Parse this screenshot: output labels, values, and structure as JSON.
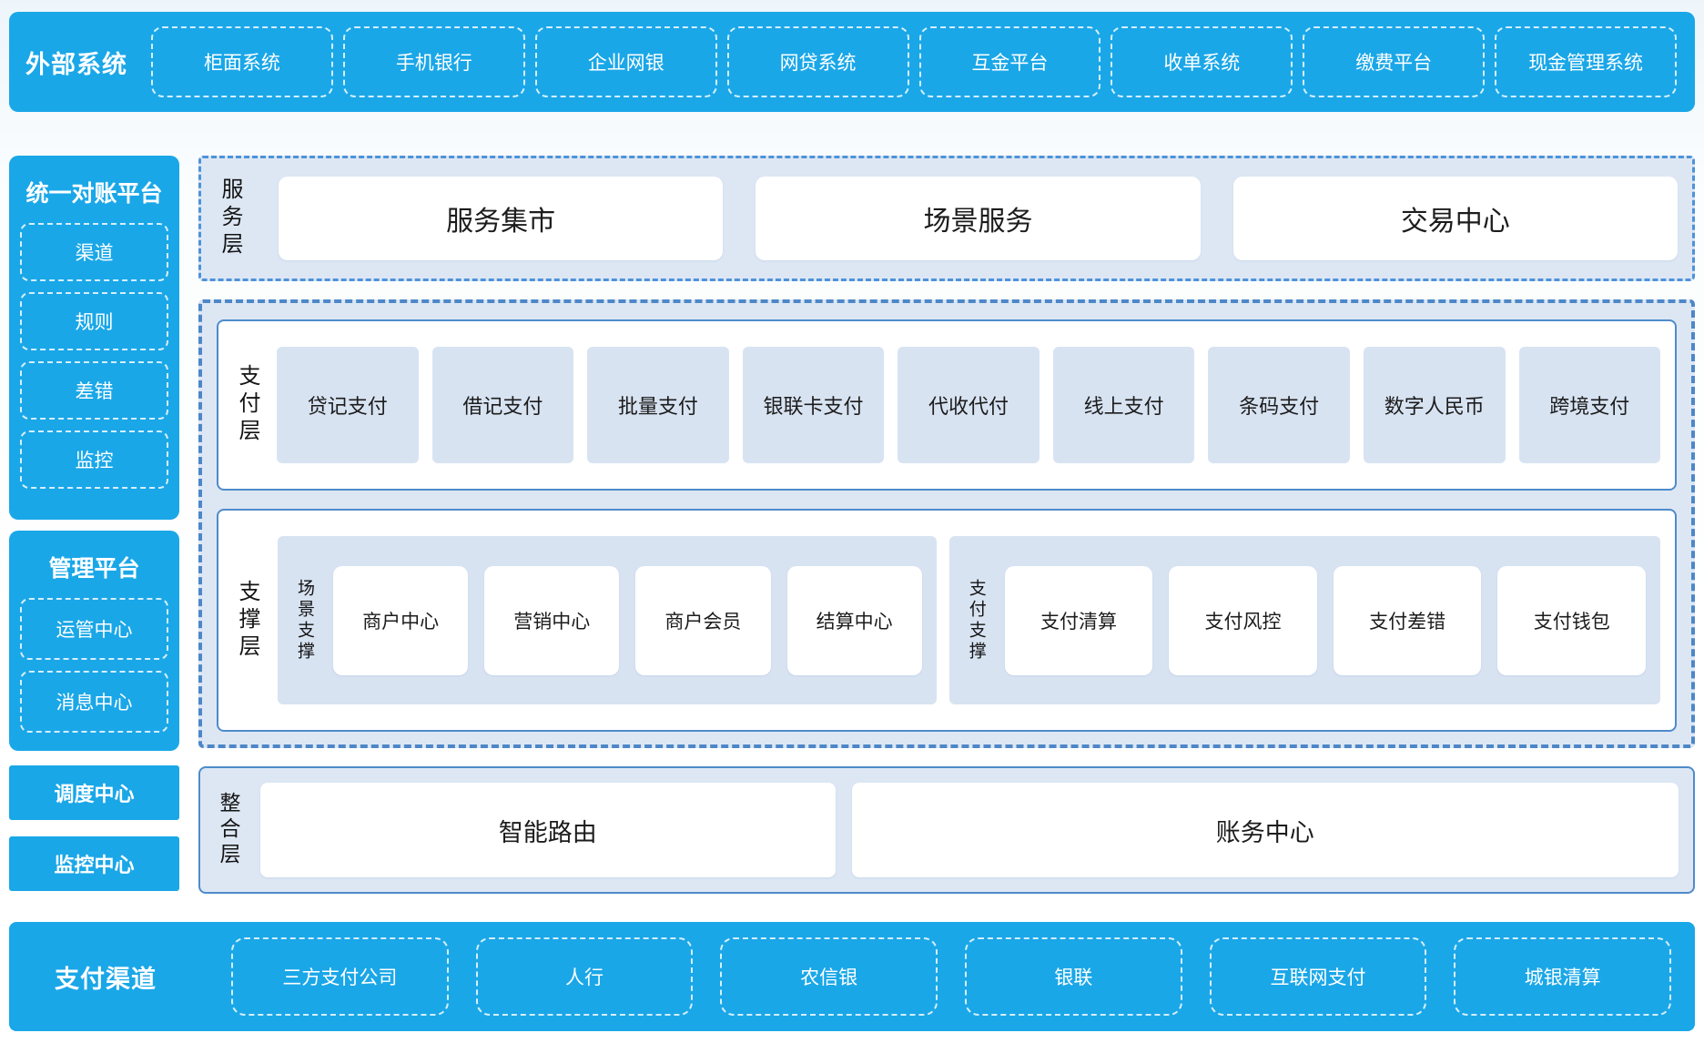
{
  "colors": {
    "brand_blue": "#1aa7e8",
    "panel_light_blue": "#dde7f4",
    "tile_light_blue": "#d8e3f2",
    "solid_border_blue": "#4e8bca",
    "dashed_border_blue": "#4d87c7",
    "text_dark": "#1c1c1c",
    "text_on_blue": "#ffffff"
  },
  "external_systems": {
    "label": "外部系统",
    "items": [
      "柜面系统",
      "手机银行",
      "企业网银",
      "网贷系统",
      "互金平台",
      "收单系统",
      "缴费平台",
      "现金管理系统"
    ]
  },
  "left_sidebar": {
    "reconciliation_platform": {
      "title": "统一对账平台",
      "items": [
        "渠道",
        "规则",
        "差错",
        "监控"
      ]
    },
    "management_platform": {
      "title": "管理平台",
      "items": [
        "运管中心",
        "消息中心"
      ]
    },
    "standalone": [
      "调度中心",
      "监控中心"
    ]
  },
  "service_layer": {
    "label": "服务层",
    "items": [
      "服务集市",
      "场景服务",
      "交易中心"
    ]
  },
  "payment_layer": {
    "label": "支付层",
    "items": [
      "贷记支付",
      "借记支付",
      "批量支付",
      "银联卡支付",
      "代收代付",
      "线上支付",
      "条码支付",
      "数字人民币",
      "跨境支付"
    ]
  },
  "support_layer": {
    "label": "支撑层",
    "groups": [
      {
        "label": "场景支撑",
        "items": [
          "商户中心",
          "营销中心",
          "商户会员",
          "结算中心"
        ]
      },
      {
        "label": "支付支撑",
        "items": [
          "支付清算",
          "支付风控",
          "支付差错",
          "支付钱包"
        ]
      }
    ]
  },
  "integration_layer": {
    "label": "整合层",
    "items": [
      "智能路由",
      "账务中心"
    ]
  },
  "payment_channels": {
    "label": "支付渠道",
    "items": [
      "三方支付公司",
      "人行",
      "农信银",
      "银联",
      "互联网支付",
      "城银清算"
    ]
  }
}
